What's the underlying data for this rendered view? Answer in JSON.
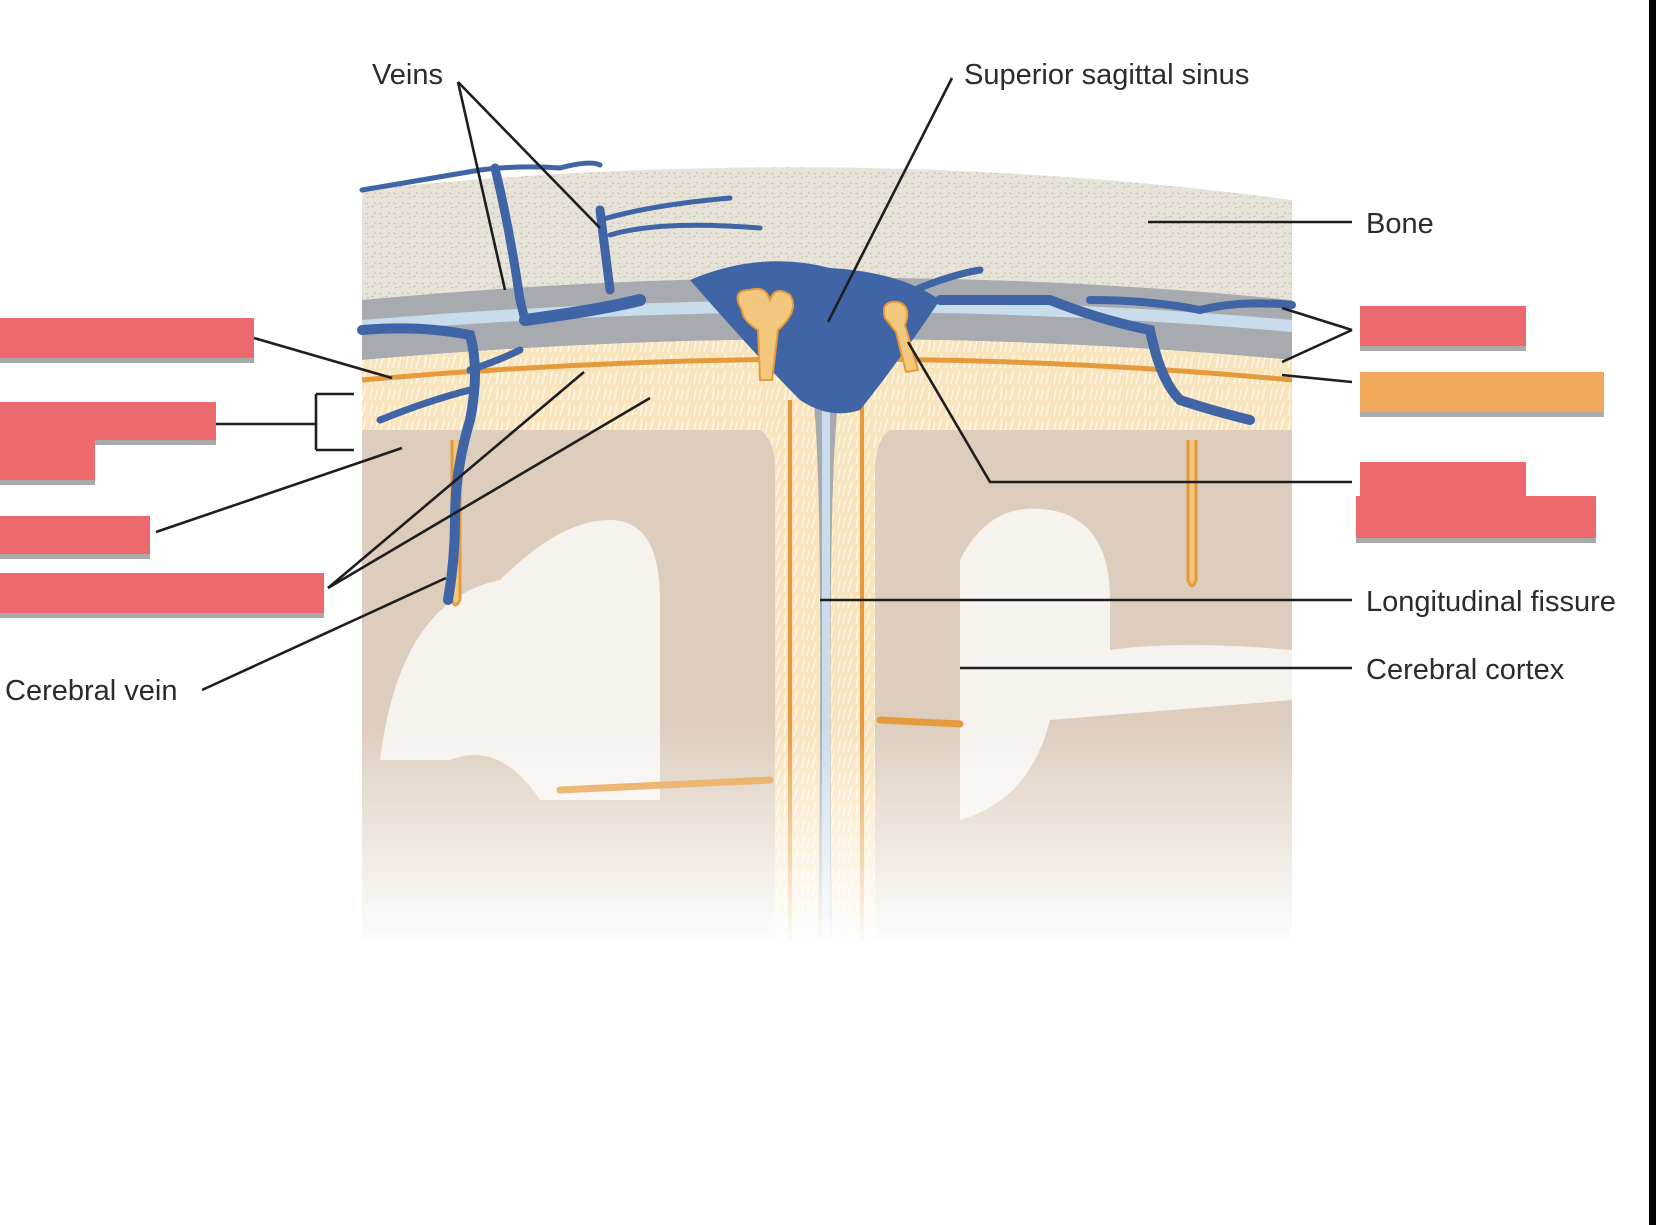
{
  "labels": {
    "veins": "Veins",
    "superior_sagittal_sinus": "Superior sagittal sinus",
    "bone": "Bone",
    "longitudinal_fissure": "Longitudinal fissure",
    "cerebral_cortex": "Cerebral cortex",
    "cerebral_vein": "Cerebral vein"
  },
  "colors": {
    "label_cover_red": "#ec6a6e",
    "label_cover_orange": "#f1a85a",
    "vein_blue": "#3f65a6",
    "bone": "#e7e3d8",
    "dura": "#a7abaf",
    "arachnoid": "#c9dcec",
    "pia": "#e59a3c",
    "subarachnoid": "#f7e2b9",
    "cortex": "#dccdbd"
  }
}
